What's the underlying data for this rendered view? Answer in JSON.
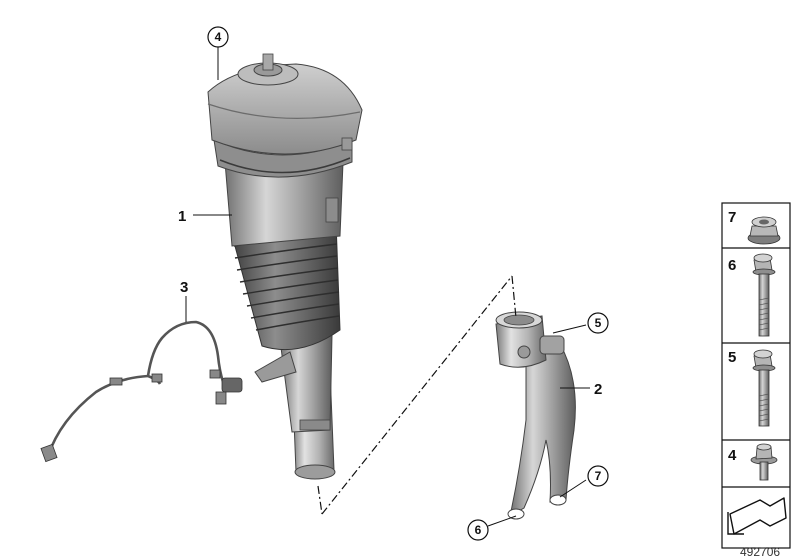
{
  "callouts": {
    "c1": "1",
    "c2": "2",
    "c3": "3",
    "c4": "4",
    "c5": "5",
    "c6": "6",
    "c7": "7"
  },
  "side_panel": {
    "items": [
      "7",
      "6",
      "5",
      "4"
    ]
  },
  "diagram_number": "492706",
  "icons": {
    "strut": "air-spring-strut",
    "sensor": "sensor-cable",
    "fork": "strut-fork",
    "nut": "flange-nut-icon",
    "bolt": "hex-bolt-icon",
    "arrow": "direction-arrow-icon"
  }
}
